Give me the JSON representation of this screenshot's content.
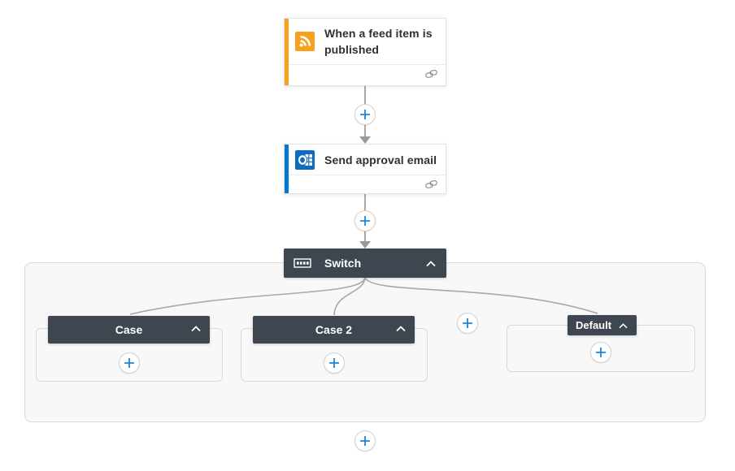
{
  "colors": {
    "trigger_accent": "#F8A01B",
    "action_accent": "#0078D4",
    "scope_header_bg": "#3E4650",
    "plus_blue": "#1F85D6",
    "connector_gray": "#A8A8A8"
  },
  "trigger": {
    "title": "When a feed item is published",
    "icon": "rss-icon"
  },
  "action": {
    "title": "Send approval email",
    "icon": "outlook-icon"
  },
  "switch": {
    "label": "Switch",
    "icon": "switch-icon",
    "cases": [
      {
        "label": "Case"
      },
      {
        "label": "Case 2"
      },
      {
        "label": "Default"
      }
    ]
  }
}
